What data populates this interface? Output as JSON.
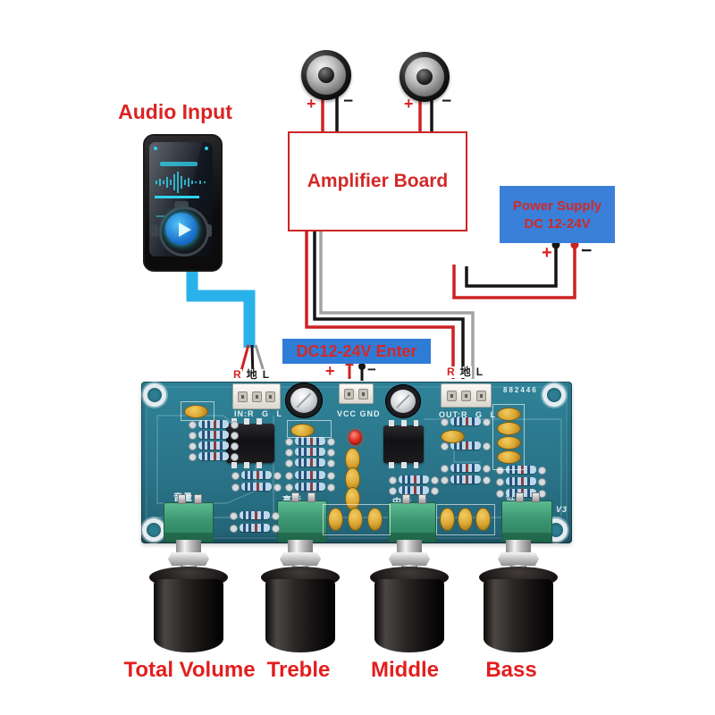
{
  "labels": {
    "audio_input": "Audio Input",
    "amplifier_board": "Amplifier Board",
    "power_supply_line1": "Power Supply",
    "power_supply_line2": "DC 12-24V",
    "dc_enter": "DC12-24V Enter",
    "plus": "+",
    "minus": "−",
    "chan_r": "R",
    "chan_gnd": "地",
    "chan_l": "L"
  },
  "silkscreen": {
    "in": "IN:R G L",
    "vcc": "VCC GND",
    "out": "OUT:R G L",
    "serial": "882446",
    "version": "V3",
    "pot_labels": [
      "音量",
      "高音",
      "中音",
      "低音"
    ]
  },
  "knobs": [
    {
      "label": "Total Volume"
    },
    {
      "label": "Treble"
    },
    {
      "label": "Middle"
    },
    {
      "label": "Bass"
    }
  ],
  "colors": {
    "accent_red": "#da2323",
    "box_blue": "#2f7cd6",
    "cable_blue": "#29b1e9",
    "pcb_teal": "#2a7489",
    "pot_green": "#3b9671",
    "wire_red": "#cc2222",
    "wire_black": "#151515",
    "wire_gray": "#a3a3a3"
  }
}
